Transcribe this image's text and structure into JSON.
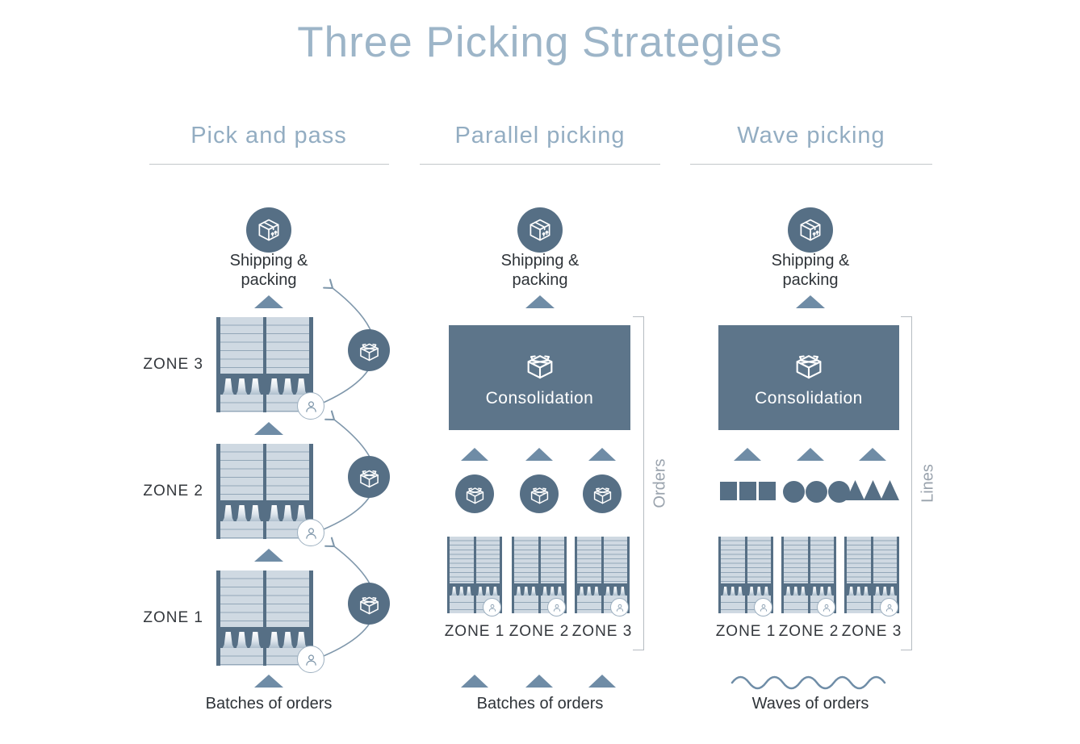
{
  "title": "Three Picking Strategies",
  "columns": {
    "pick_and_pass": {
      "header": "Pick and pass",
      "shipping_label": [
        "Shipping &",
        "packing"
      ],
      "zone_labels": [
        "ZONE 3",
        "ZONE 2",
        "ZONE 1"
      ],
      "bottom_label": "Batches of orders"
    },
    "parallel_picking": {
      "header": "Parallel picking",
      "shipping_label": [
        "Shipping &",
        "packing"
      ],
      "consolidation_label": "Consolidation",
      "zone_labels": [
        "ZONE 1",
        "ZONE 2",
        "ZONE 3"
      ],
      "bracket_label": "Orders",
      "bottom_label": "Batches of orders"
    },
    "wave_picking": {
      "header": "Wave picking",
      "shipping_label": [
        "Shipping &",
        "packing"
      ],
      "consolidation_label": "Consolidation",
      "zone_labels": [
        "ZONE 1",
        "ZONE 2",
        "ZONE 3"
      ],
      "bracket_label": "Lines",
      "bottom_label": "Waves of orders"
    }
  },
  "icons": {
    "shipping": "closed-box-icon",
    "consolidation": "open-box-icon",
    "order_batch": "open-box-icon",
    "picker": "person-icon",
    "flow": "up-arrow-triangle",
    "wave": "wave-line"
  },
  "colors": {
    "slate_dark": "#566F85",
    "slate_panel": "#5D758A",
    "arrow": "#6F8CA6",
    "flow_arc": "#7F97AB",
    "title": "#9DB5C8",
    "column_header": "#93ADC2",
    "text_dark": "#2E3338",
    "rack_row_light": "#CFD9E2",
    "rack_row_line": "#93A7B8",
    "bracket": "#B6BCC2",
    "bracket_text": "#9AA3AD",
    "wave_line": "#6F8DA7"
  }
}
